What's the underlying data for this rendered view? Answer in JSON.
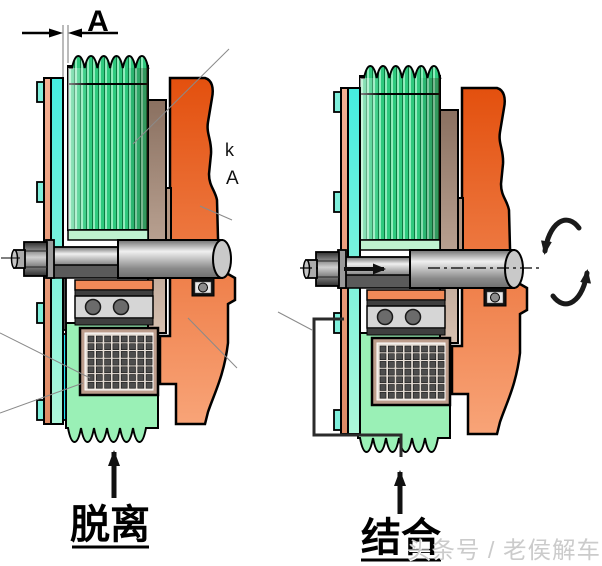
{
  "figure": {
    "dimension_label": "A",
    "cropped_text_fragments": [
      "k",
      "A"
    ],
    "left_diagram": {
      "caption": "脱离"
    },
    "right_diagram": {
      "caption": "结合"
    },
    "watermark": "头条号 / 老侯解车"
  },
  "colors": {
    "outline": "#000000",
    "rib_dark": "#0C7A42",
    "rib_mid": "#2FC97E",
    "rib_light": "#A9F7CD",
    "pulley_pale": "#BFF2D0",
    "pulley_bottom_green": "#9AF0B6",
    "armature_cyan_top": "#45EDE0",
    "armature_cyan_bottom": "#ADF7DA",
    "armature_salmon_top": "#F5B093",
    "armature_salmon_bottom": "#DE8A64",
    "tab_cyan": "#7FF0DC",
    "strip_cyan": "#1FE6F5",
    "body_orange_top": "#E3500E",
    "body_orange_bottom": "#F8A478",
    "orange_strip": "#F08A58",
    "plate_brown_top": "#8A7060",
    "plate_brown_bottom": "#D6C0B0",
    "gray_column": "#B49682",
    "shaft_dark": "#6F6F6F",
    "shaft_light": "#F0F0F0",
    "shaft_mid": "#8A8A8A",
    "hub_dark": "#4A4A4A",
    "hub_bar": "#5A5A5A",
    "washer_gray": "#9A9A9A",
    "hex_dark": "#2E2E2E",
    "hex_light": "#D0D0D0",
    "bolt_tip": "#ABABAB",
    "bearing_band": "#D6D6D6",
    "bearing_rail": "#3F3F3F",
    "ball_gray": "#6B6B6B",
    "coil_frame": "#BC9D8C",
    "coil_bg": "#E7DFD7",
    "coil_square": "#4D4D4D",
    "small_bearing_outer": "#111111",
    "small_bearing_inner": "#E8E8E8",
    "small_bearing_ball": "#8C8C8C",
    "leader_gray": "#8A8A8A",
    "annotation_black": "#111111",
    "bracket_dark": "#2B2B2B",
    "watermark_gray": "#CBCBCB"
  }
}
